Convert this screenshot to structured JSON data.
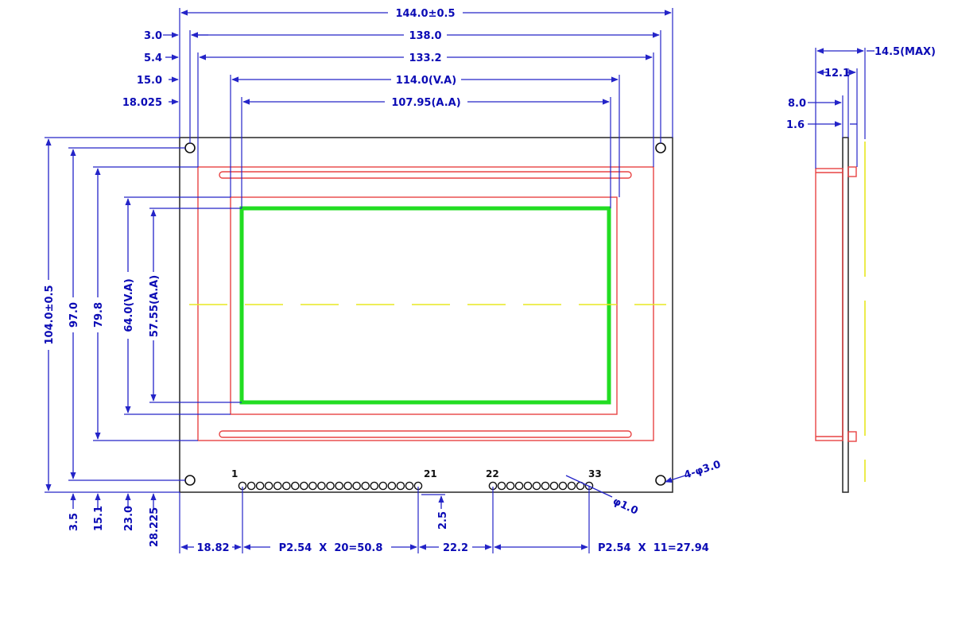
{
  "front_view": {
    "top_dims": {
      "overall_width": "144.0±0.5",
      "hole_pitch_x": "138.0",
      "bezel_width": "133.2",
      "va_width": "114.0(V.A)",
      "aa_width": "107.95(A.A)"
    },
    "top_left_offsets": {
      "hole_offset": "3.0",
      "bezel_offset": "5.4",
      "va_offset": "15.0",
      "aa_offset": "18.025"
    },
    "left_dims": {
      "overall_height": "104.0±0.5",
      "hole_pitch_y": "97.0",
      "bezel_height": "79.8",
      "va_height": "64.0(V.A)",
      "aa_height": "57.55(A.A)"
    },
    "bottom_left_offsets": {
      "hole_offset": "3.5",
      "bezel_offset": "15.1",
      "va_offset": "23.0",
      "aa_offset": "28.225"
    },
    "pin_labels": {
      "pin_first": "1",
      "pin_21": "21",
      "pin_22": "22",
      "pin_last": "33"
    },
    "bottom_dims": {
      "first_pin_offset": "18.82",
      "pin_group_1": "P2.54  X  20=50.8",
      "group_gap": "22.2",
      "pin_group_2": "P2.54  X  11=27.94",
      "pin_row_offset": "2.5"
    },
    "mounting_holes": "4-φ3.0",
    "pin_hole_diameter": "φ1.0"
  },
  "side_view": {
    "max_thickness": "14.5(MAX)",
    "module_thickness": "12.1",
    "bezel_thickness": "8.0",
    "pcb_thickness": "1.6"
  },
  "colors": {
    "dimension": "#2424c8",
    "outline": "#333333",
    "bezel": "#e84343",
    "viewing_area": "#22dd22",
    "center_line": "#e8e820"
  }
}
